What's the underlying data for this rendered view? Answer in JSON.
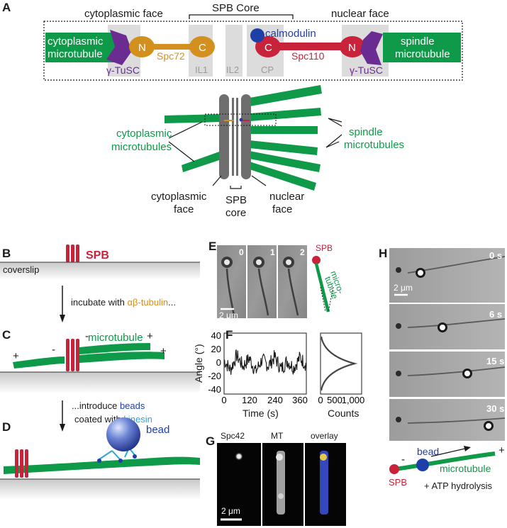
{
  "panel_labels": [
    "A",
    "B",
    "C",
    "D",
    "E",
    "F",
    "G",
    "H"
  ],
  "panel_a": {
    "spb_core": "SPB Core",
    "cytoplasmic_face": "cytoplasmic face",
    "nuclear_face": "nuclear face",
    "cyto_mt_line1": "cytoplasmic",
    "cyto_mt_line2": "microtubule",
    "spindle_mt_line1": "spindle",
    "spindle_mt_line2": "microtubule",
    "gamma_tusc_left": "γ-TuSC",
    "gamma_tusc_right": "γ-TuSC",
    "spc72": "Spc72",
    "spc110": "Spc110",
    "calmodulin": "calmodulin",
    "layer_il1": "IL1",
    "layer_il2": "IL2",
    "layer_cp": "CP",
    "n_left": "N",
    "c_left": "C",
    "c_right": "C",
    "n_right": "N",
    "cyto_mts_line1": "cytoplasmic",
    "cyto_mts_line2": "microtubules",
    "spindle_mts_line1": "spindle",
    "spindle_mts_line2": "microtubules",
    "bottom_cyto_line1": "cytoplasmic",
    "bottom_cyto_line2": "face",
    "bottom_core_line1": "SPB",
    "bottom_core_line2": "core",
    "bottom_nuc_line1": "nuclear",
    "bottom_nuc_line2": "face"
  },
  "panel_b": {
    "spb": "SPB",
    "coverslip": "coverslip"
  },
  "step1": {
    "prefix": "incubate with ",
    "tubulin": "αβ-tubulin",
    "suffix": "..."
  },
  "panel_c": {
    "microtubule": "microtubule",
    "plus": "+",
    "minus": "-"
  },
  "step2": {
    "line1_prefix": "...introduce ",
    "beads": "beads",
    "line2_prefix": "coated with ",
    "kinesin": "kinesin"
  },
  "panel_d": {
    "bead": "bead"
  },
  "panel_e": {
    "frames": [
      "0",
      "1",
      "2"
    ],
    "scale": "2 μm",
    "spb": "SPB",
    "mt_line1": "micro-",
    "mt_line2": "tubule"
  },
  "panel_f": {
    "ylabel": "Angle (°)",
    "xlabel": "Time (s)",
    "xticks": [
      "0",
      "120",
      "240",
      "360"
    ],
    "yticks": [
      "40",
      "20",
      "0",
      "-20",
      "-40"
    ],
    "hist_xlabel": "Counts",
    "hist_xticks": [
      "0",
      "500",
      "1,000"
    ]
  },
  "chart_data": {
    "type": "line",
    "xlabel": "Time (s)",
    "ylabel": "Angle (°)",
    "xlim": [
      0,
      390
    ],
    "ylim": [
      -45,
      45
    ],
    "x": [
      0,
      30,
      60,
      90,
      120,
      150,
      180,
      210,
      240,
      270,
      300,
      330,
      360,
      390
    ],
    "series": [
      {
        "values": [
          5,
          -9,
          12,
          -4,
          8,
          -12,
          6,
          -3,
          10,
          -8,
          4,
          -6,
          9,
          -2
        ]
      }
    ]
  },
  "panel_g": {
    "labels": [
      "Spc42",
      "MT",
      "overlay"
    ],
    "scale": "2 μm"
  },
  "panel_h": {
    "times": [
      "0 s",
      "6 s",
      "15 s",
      "30 s"
    ],
    "scale": "2 μm",
    "minus": "-",
    "bead": "bead",
    "plus": "+",
    "spb": "SPB",
    "microtubule": "microtubule",
    "atp": "+ ATP hydrolysis"
  },
  "colors": {
    "microtubule": "#0e9a48",
    "spb": "#c8233b",
    "spc72": "#d4901f",
    "gamma_tusc": "#6b2c91",
    "calmodulin": "#1f3fa8",
    "kinesin": "#2aa6d8",
    "layer": "#dcdcdc"
  }
}
